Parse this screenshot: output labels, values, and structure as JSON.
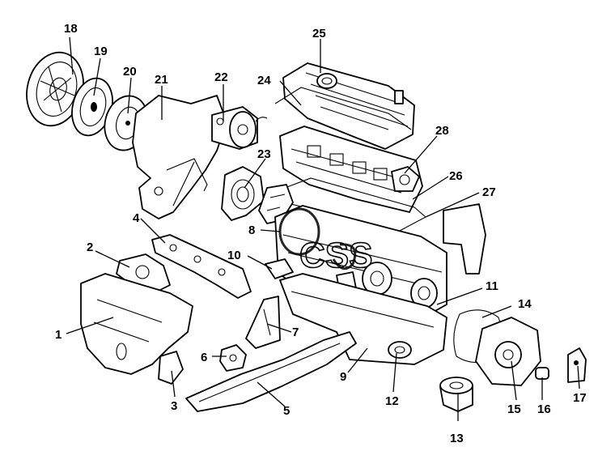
{
  "callouts": [
    {
      "id": "1",
      "label": "1"
    },
    {
      "id": "2",
      "label": "2"
    },
    {
      "id": "3",
      "label": "3"
    },
    {
      "id": "4",
      "label": "4"
    },
    {
      "id": "5",
      "label": "5"
    },
    {
      "id": "6",
      "label": "6"
    },
    {
      "id": "7",
      "label": "7"
    },
    {
      "id": "8",
      "label": "8"
    },
    {
      "id": "9",
      "label": "9"
    },
    {
      "id": "10",
      "label": "10"
    },
    {
      "id": "11",
      "label": "11"
    },
    {
      "id": "12",
      "label": "12"
    },
    {
      "id": "13",
      "label": "13"
    },
    {
      "id": "14",
      "label": "14"
    },
    {
      "id": "15",
      "label": "15"
    },
    {
      "id": "16",
      "label": "16"
    },
    {
      "id": "17",
      "label": "17"
    },
    {
      "id": "18",
      "label": "18"
    },
    {
      "id": "19",
      "label": "19"
    },
    {
      "id": "20",
      "label": "20"
    },
    {
      "id": "21",
      "label": "21"
    },
    {
      "id": "22",
      "label": "22"
    },
    {
      "id": "23",
      "label": "23"
    },
    {
      "id": "24",
      "label": "24"
    },
    {
      "id": "25",
      "label": "25"
    },
    {
      "id": "26",
      "label": "26"
    },
    {
      "id": "27",
      "label": "27"
    },
    {
      "id": "28",
      "label": "28"
    }
  ],
  "watermark": {
    "text": "CSS"
  }
}
